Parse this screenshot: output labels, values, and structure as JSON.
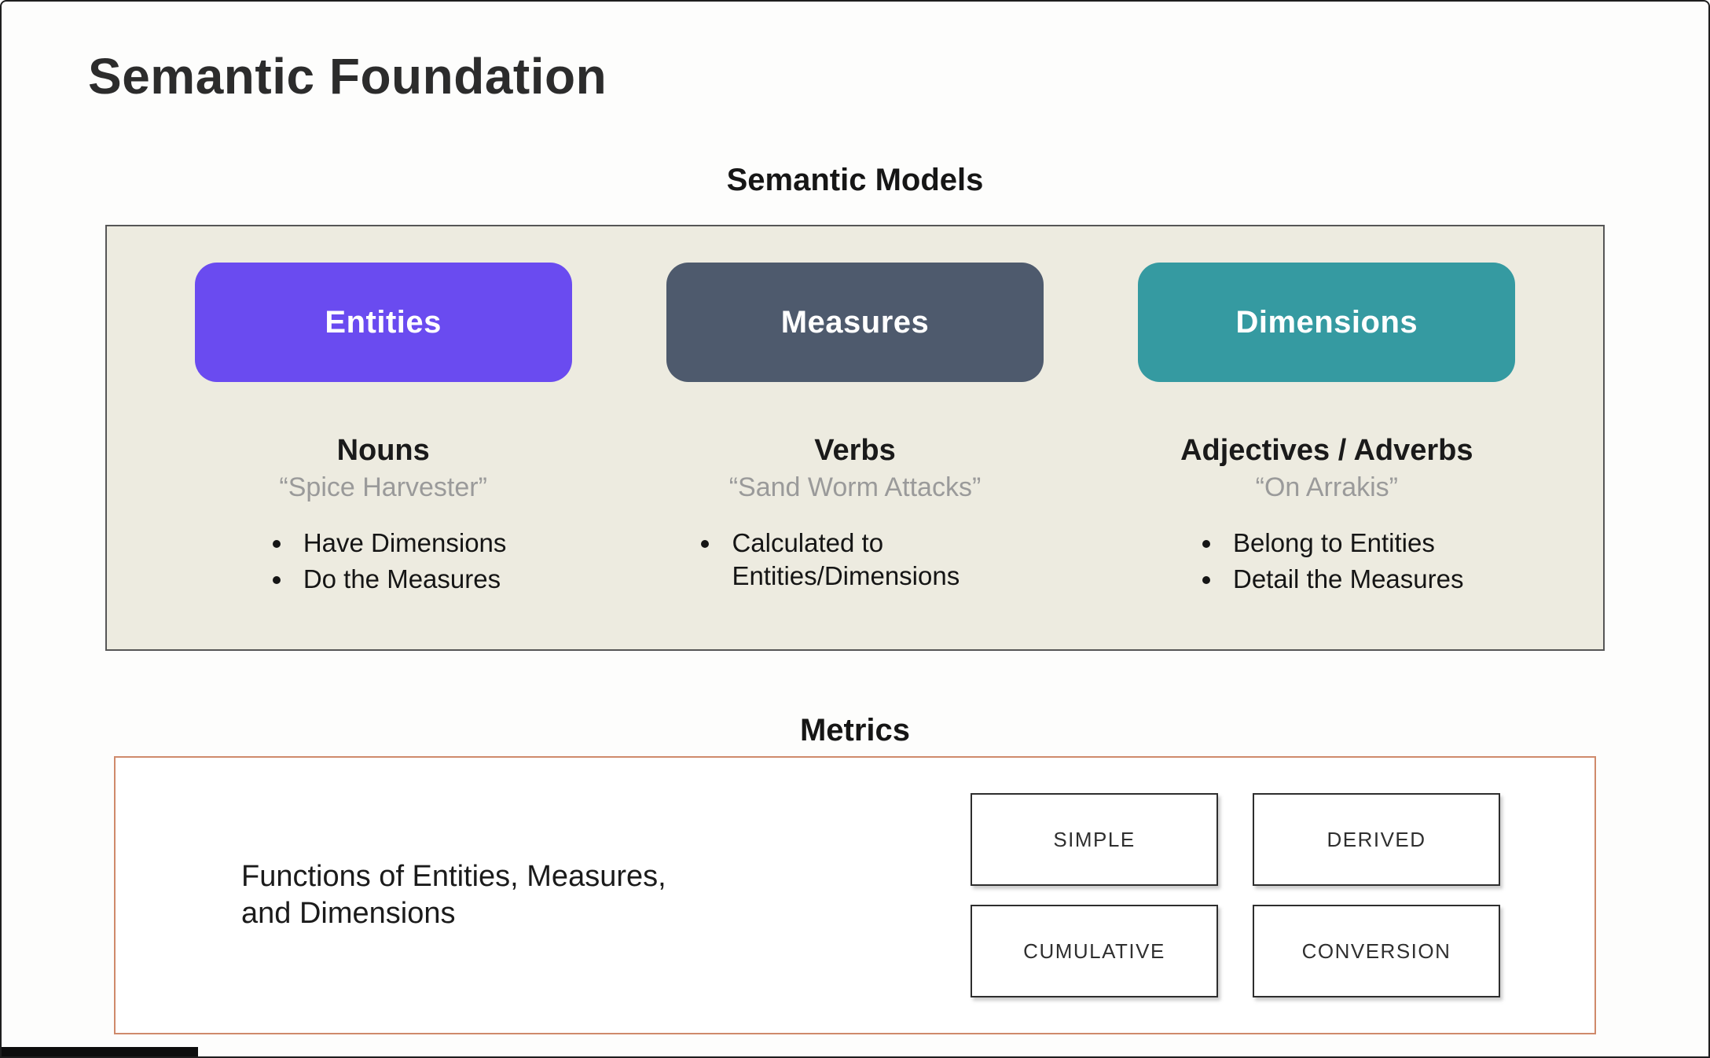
{
  "slide": {
    "title": "Semantic Foundation"
  },
  "semantic_models": {
    "heading": "Semantic Models",
    "box_background": "#edebe0",
    "columns": [
      {
        "pill_label": "Entities",
        "pill_color": "#6a4bf0",
        "role": "Nouns",
        "quote": "“Spice Harvester”",
        "bullets": [
          "Have Dimensions",
          "Do the Measures"
        ]
      },
      {
        "pill_label": "Measures",
        "pill_color": "#4e5a6d",
        "role": "Verbs",
        "quote": "“Sand Worm Attacks”",
        "bullets": [
          "Calculated to Entities/Dimensions"
        ]
      },
      {
        "pill_label": "Dimensions",
        "pill_color": "#359aa1",
        "role": "Adjectives / Adverbs",
        "quote": "“On Arrakis”",
        "bullets": [
          "Belong to Entities",
          "Detail the Measures"
        ]
      }
    ]
  },
  "metrics": {
    "heading": "Metrics",
    "description": "Functions of Entities, Measures,\nand Dimensions",
    "border_color": "#cf8a6b",
    "types": [
      "SIMPLE",
      "DERIVED",
      "CUMULATIVE",
      "CONVERSION"
    ]
  }
}
